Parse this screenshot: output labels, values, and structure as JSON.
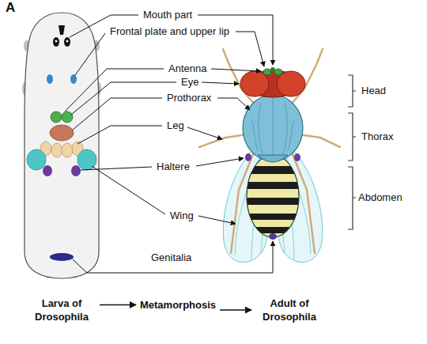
{
  "diagram": {
    "nodes": [
      {
        "text": [
          "Larva of Drosophila"
        ]
      },
      {
        "text": [
          "Metamorphosis"
        ]
      },
      {
        "text": [
          "Adult of Drosophila"
        ]
      }
    ],
    "edges": [
      {
        "from": 0,
        "to": 1,
        "arrow": "to"
      },
      {
        "from": 1,
        "to": 2,
        "arrow": "to"
      }
    ],
    "labels": [
      "A",
      "Mouth part",
      "Frontal plate and upper lip",
      "Antenna",
      "Eye",
      "Prothorax",
      "Leg",
      "Haltere",
      "Wing",
      "Genitalia",
      "Head",
      "Thorax",
      "Abdomen"
    ]
  }
}
